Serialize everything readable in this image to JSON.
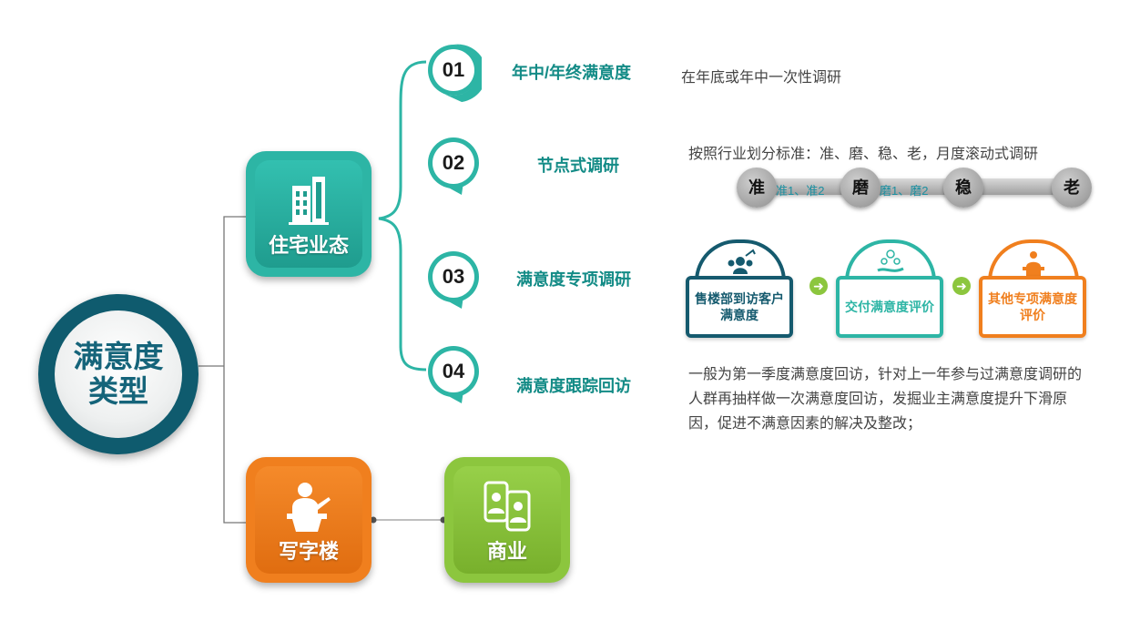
{
  "root": {
    "label": "满意度类型"
  },
  "categories": [
    {
      "label": "住宅业态",
      "icon": "building-icon",
      "color": "#2db5a5"
    },
    {
      "label": "写字楼",
      "icon": "presenter-icon",
      "color": "#f07f1e"
    },
    {
      "label": "商业",
      "icon": "phones-people-icon",
      "color": "#8cc63e"
    }
  ],
  "items": [
    {
      "num": "01",
      "title": "年中/年终满意度",
      "desc": "在年底或年中一次性调研"
    },
    {
      "num": "02",
      "title": "节点式调研",
      "desc": "按照行业划分标准：准、磨、稳、老，月度滚动式调研"
    },
    {
      "num": "03",
      "title": "满意度专项调研"
    },
    {
      "num": "04",
      "title": "满意度跟踪回访",
      "desc": "一般为第一季度满意度回访，针对上一年参与过满意度调研的人群再抽样做一次满意度回访，发掘业主满意度提升下滑原因，促进不满意因素的解决及整改；"
    }
  ],
  "stages": {
    "nodes": [
      "准",
      "磨",
      "稳",
      "老"
    ],
    "subs": [
      "准1、准2",
      "磨1、磨2"
    ]
  },
  "surveys": [
    {
      "label": "售楼部到访客户满意度",
      "color": "#155a6e"
    },
    {
      "label": "交付满意度评价",
      "color": "#2db5a5"
    },
    {
      "label": "其他专项满意度评价",
      "color": "#f07f1e"
    }
  ],
  "colors": {
    "teal": "#2db5a5",
    "dark_teal": "#155a6e",
    "orange": "#f07f1e",
    "green": "#8cc63e"
  }
}
